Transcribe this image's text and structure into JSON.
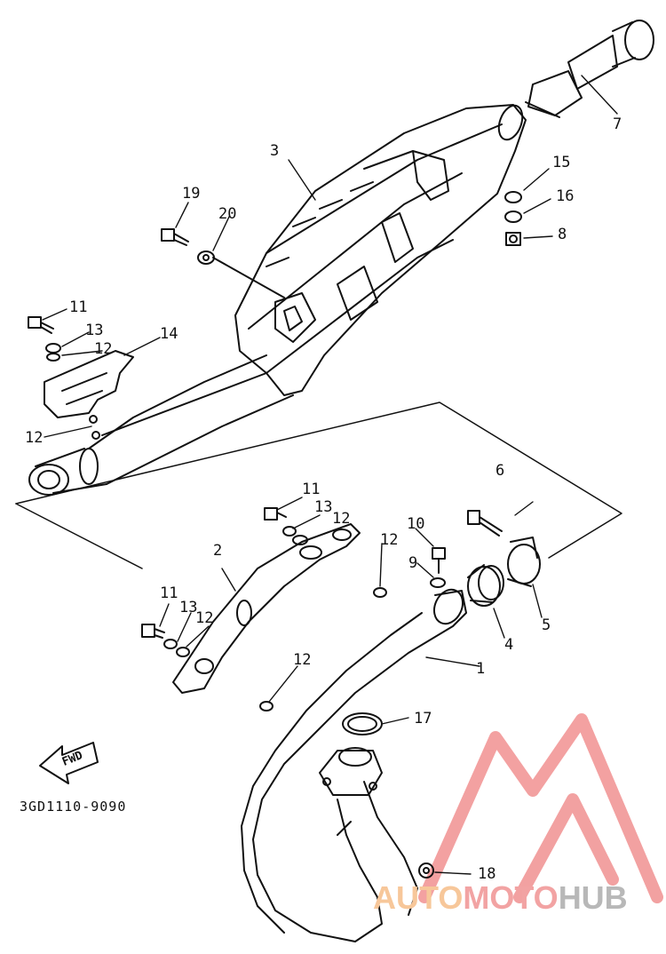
{
  "diagram": {
    "part_code": "3GD1110-9090",
    "direction_label": "FWD",
    "callouts": [
      {
        "id": "c1",
        "text": "1"
      },
      {
        "id": "c2",
        "text": "2"
      },
      {
        "id": "c3",
        "text": "3"
      },
      {
        "id": "c4",
        "text": "4"
      },
      {
        "id": "c5",
        "text": "5"
      },
      {
        "id": "c6",
        "text": "6"
      },
      {
        "id": "c7",
        "text": "7"
      },
      {
        "id": "c8",
        "text": "8"
      },
      {
        "id": "c9",
        "text": "9"
      },
      {
        "id": "c10",
        "text": "10"
      },
      {
        "id": "c11a",
        "text": "11"
      },
      {
        "id": "c11b",
        "text": "11"
      },
      {
        "id": "c11c",
        "text": "11"
      },
      {
        "id": "c12a",
        "text": "12"
      },
      {
        "id": "c12b",
        "text": "12"
      },
      {
        "id": "c12c",
        "text": "12"
      },
      {
        "id": "c12d",
        "text": "12"
      },
      {
        "id": "c12e",
        "text": "12"
      },
      {
        "id": "c12f",
        "text": "12"
      },
      {
        "id": "c13a",
        "text": "13"
      },
      {
        "id": "c13b",
        "text": "13"
      },
      {
        "id": "c13c",
        "text": "13"
      },
      {
        "id": "c14",
        "text": "14"
      },
      {
        "id": "c15",
        "text": "15"
      },
      {
        "id": "c16",
        "text": "16"
      },
      {
        "id": "c17",
        "text": "17"
      },
      {
        "id": "c18",
        "text": "18"
      },
      {
        "id": "c19",
        "text": "19"
      },
      {
        "id": "c20",
        "text": "20"
      }
    ]
  },
  "watermark": {
    "brand_a": "AUTO",
    "brand_b": "MOTO",
    "brand_c": "HUB",
    "colors": {
      "logo": "#f08a8a",
      "auto": "#f7c79a",
      "moto": "#f2a3a3",
      "hub": "#b8b8b8"
    }
  }
}
